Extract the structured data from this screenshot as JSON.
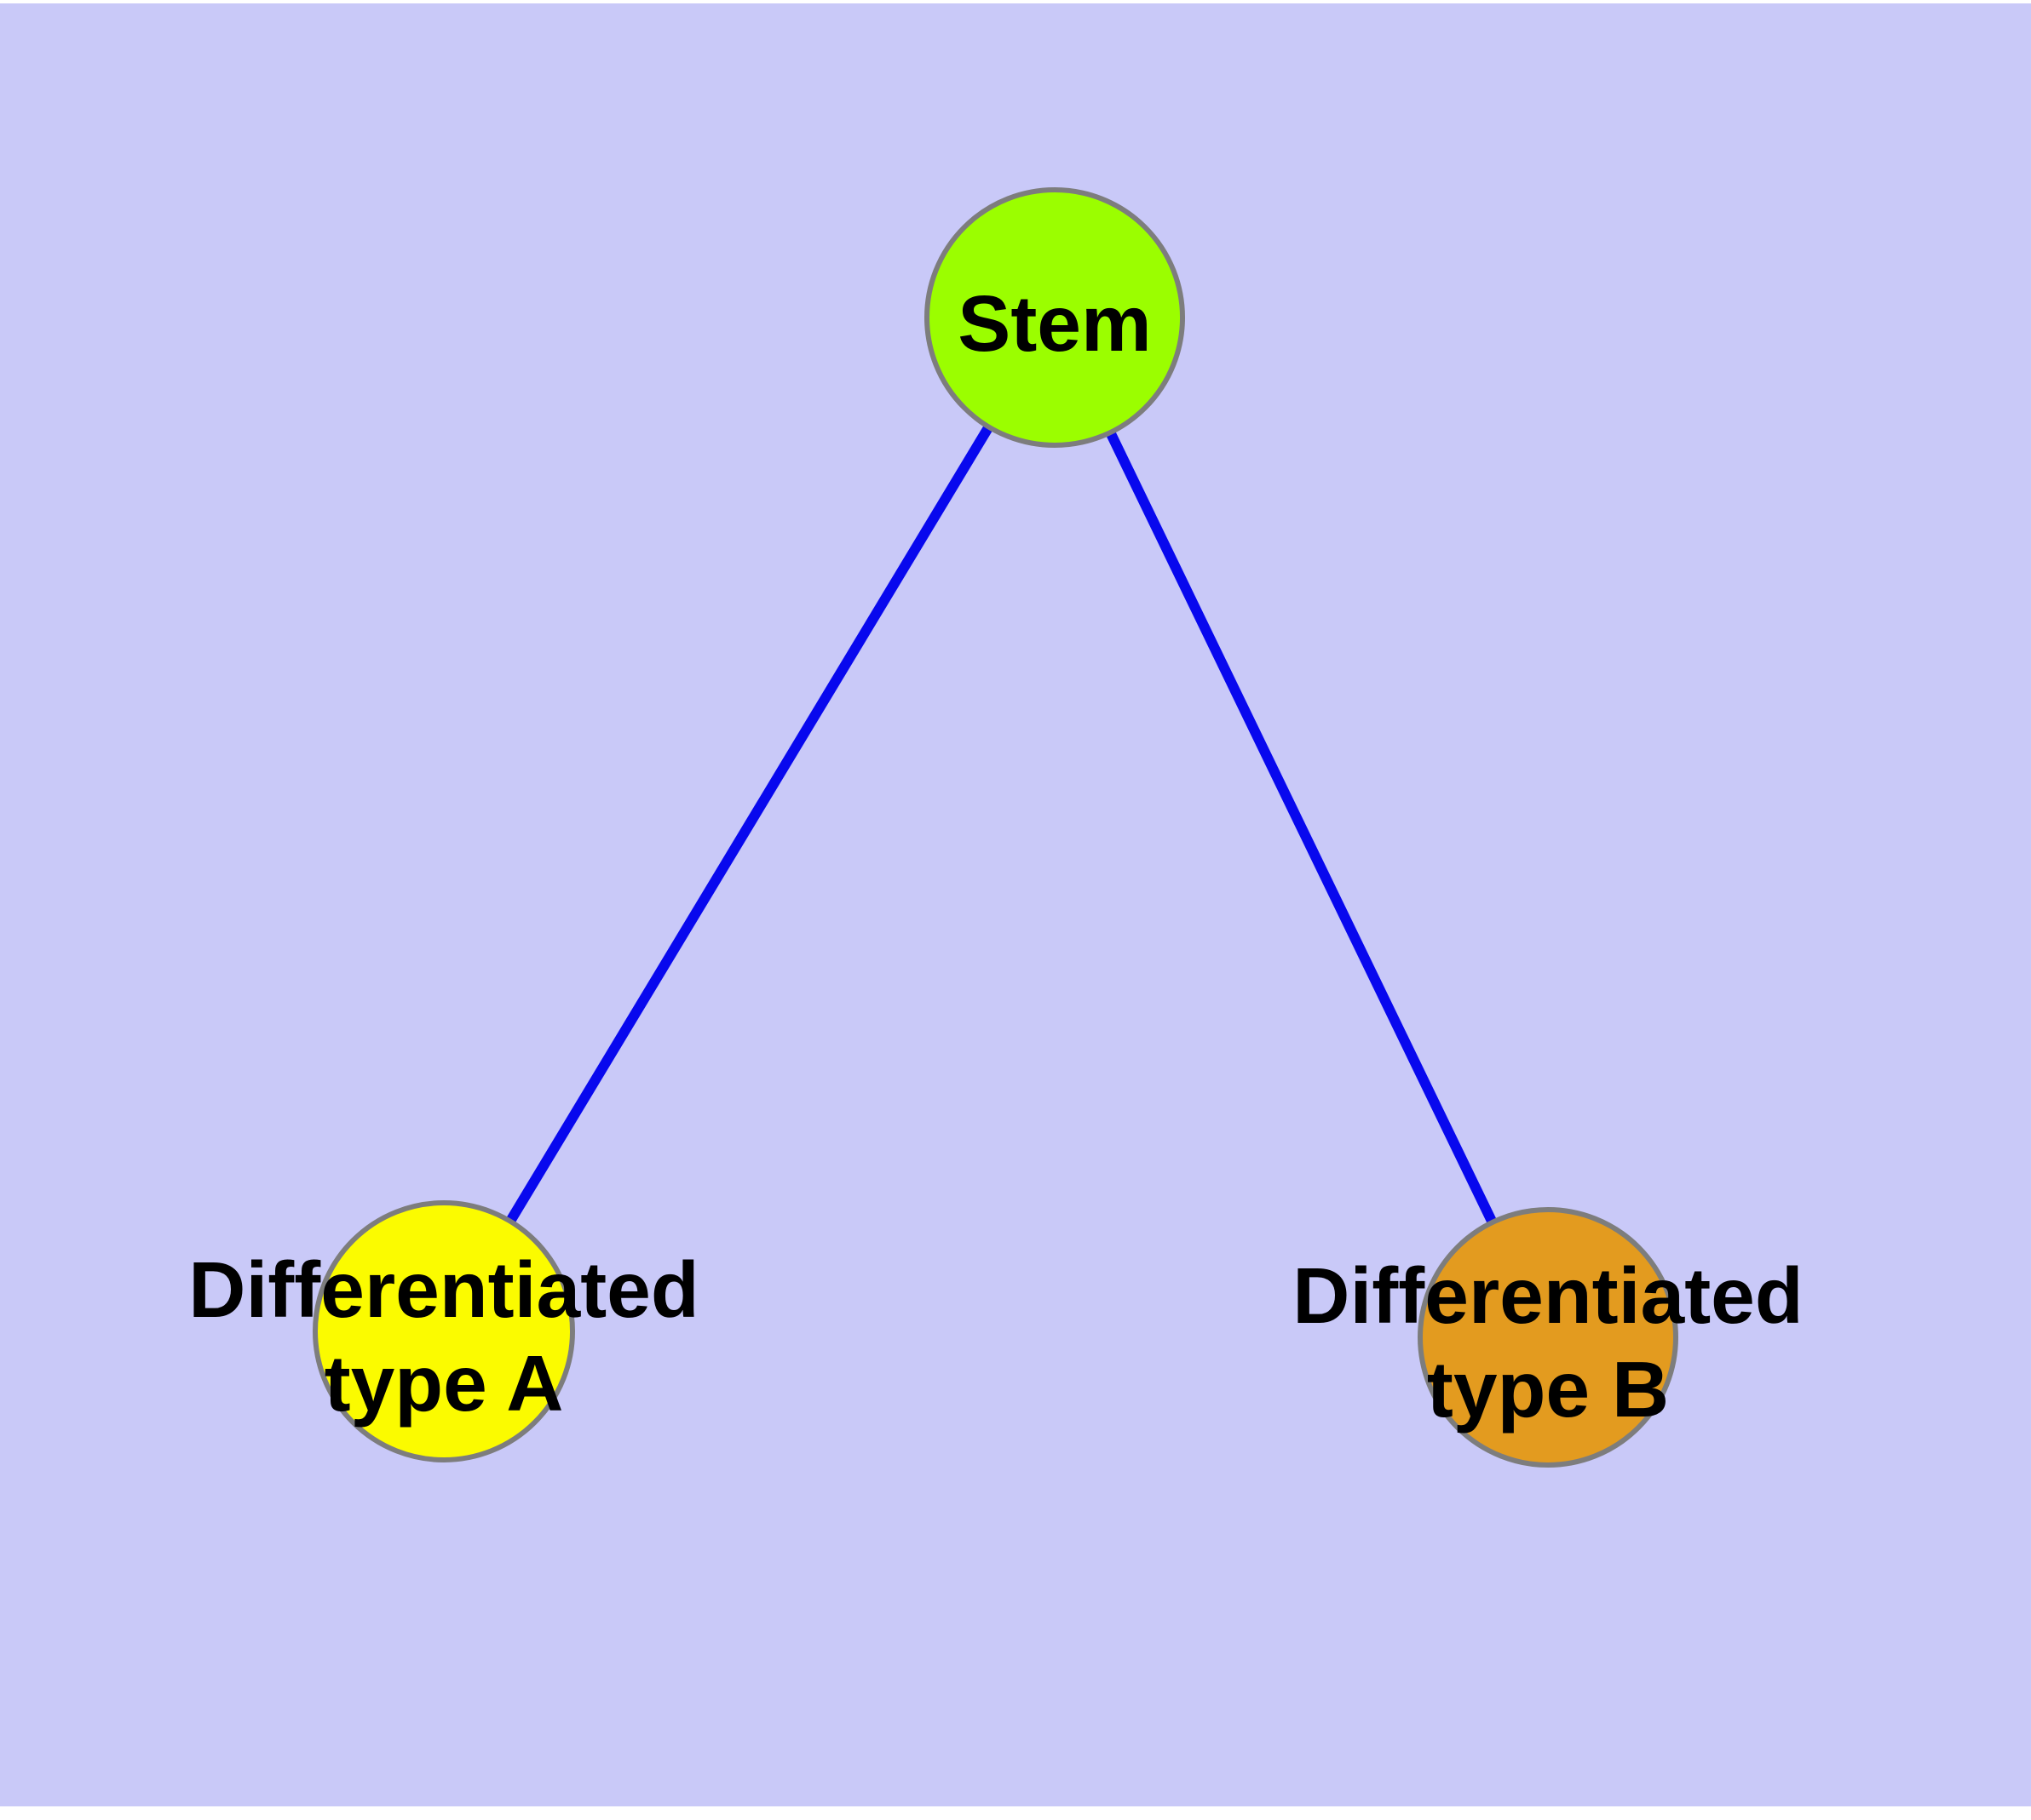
{
  "diagram": {
    "kind": "node-link-graph",
    "background_color": "#C9C9F8",
    "edge_color": "#0808EE",
    "node_border_color": "#7D7D7D",
    "label_color": "#000000",
    "nodes": [
      {
        "id": "stem",
        "line1": "Stem",
        "fill": "#9BFE00"
      },
      {
        "id": "differentiated-type-a",
        "line1": "Differentiated",
        "line2": "type A",
        "fill": "#FBFB00"
      },
      {
        "id": "differentiated-type-b",
        "line1": "Differentiated",
        "line2": "type B",
        "fill": "#E39B1F"
      }
    ],
    "edges": [
      {
        "from": "stem",
        "to": "differentiated-type-a"
      },
      {
        "from": "stem",
        "to": "differentiated-type-b"
      }
    ]
  }
}
